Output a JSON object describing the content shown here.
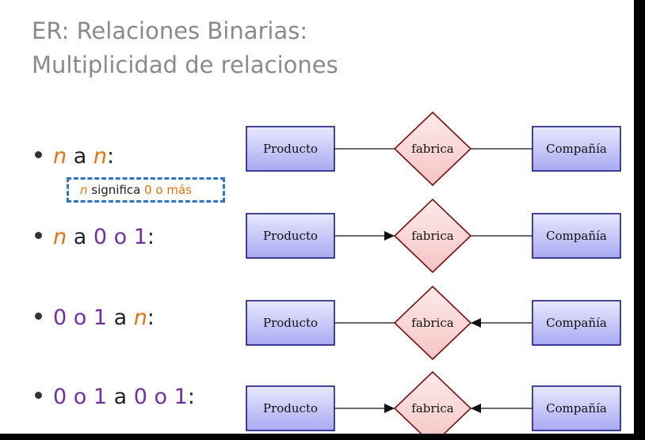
{
  "title": {
    "line1": "ER: Relaciones Binarias:",
    "line2": "Multiplicidad de relaciones"
  },
  "bullets": [
    {
      "a": "n",
      "b": " a ",
      "c": "n",
      "d": ":"
    },
    {
      "a": "n",
      "b": " a ",
      "c": "0 o 1",
      "d": ":"
    },
    {
      "a": "0 o 1",
      "b": " a ",
      "c": "n",
      "d": ":"
    },
    {
      "a": "0 o 1",
      "b": " a ",
      "c": "0 o 1",
      "d": ":"
    }
  ],
  "note": {
    "n": "n",
    "text": " significa ",
    "value": "0 o más"
  },
  "diagram": {
    "entity_left": "Producto",
    "relationship": "fabrica",
    "entity_right": "Compañía",
    "rows": [
      {
        "left_arrow": false,
        "right_arrow": false
      },
      {
        "left_arrow": true,
        "right_arrow": false
      },
      {
        "left_arrow": false,
        "right_arrow": true
      },
      {
        "left_arrow": true,
        "right_arrow": true
      }
    ]
  },
  "colors": {
    "entity_fill_top": "#e8e8ff",
    "entity_fill_bottom": "#a9a9f2",
    "entity_border": "#1a1a7a",
    "diamond_fill": "#fbdede",
    "diamond_border": "#7a1010",
    "multiplicity_n": "#e0720f",
    "multiplicity_01": "#7030a0",
    "note_border": "#2e74c0"
  }
}
